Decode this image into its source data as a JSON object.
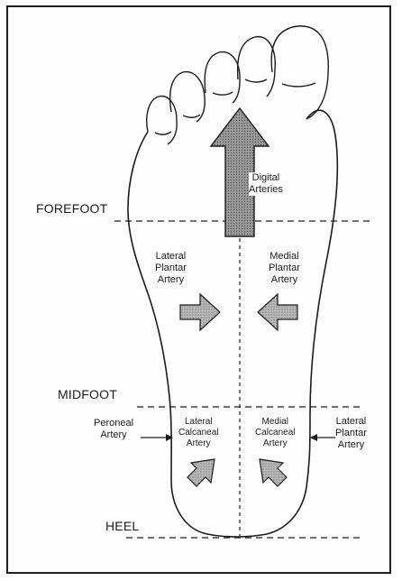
{
  "zones": {
    "forefoot": "FOREFOOT",
    "midfoot": "MIDFOOT",
    "heel": "HEEL"
  },
  "labels": {
    "digital": [
      "Digital",
      "Arteries"
    ],
    "lateral_plantar_left": [
      "Lateral",
      "Plantar",
      "Artery"
    ],
    "medial_plantar": [
      "Medial",
      "Plantar",
      "Artery"
    ],
    "peroneal": [
      "Peroneal",
      "Artery"
    ],
    "lateral_calcaneal": [
      "Lateral",
      "Calcaneal",
      "Artery"
    ],
    "medial_calcaneal": [
      "Medial",
      "Calcaneal",
      "Artery"
    ],
    "lateral_plantar_right": [
      "Lateral",
      "Plantar",
      "Artery"
    ]
  },
  "colors": {
    "ink": "#1c1c1c",
    "arrow_fill": "#a9a9a9",
    "big_arrow_fill": "#8e8e8e"
  }
}
